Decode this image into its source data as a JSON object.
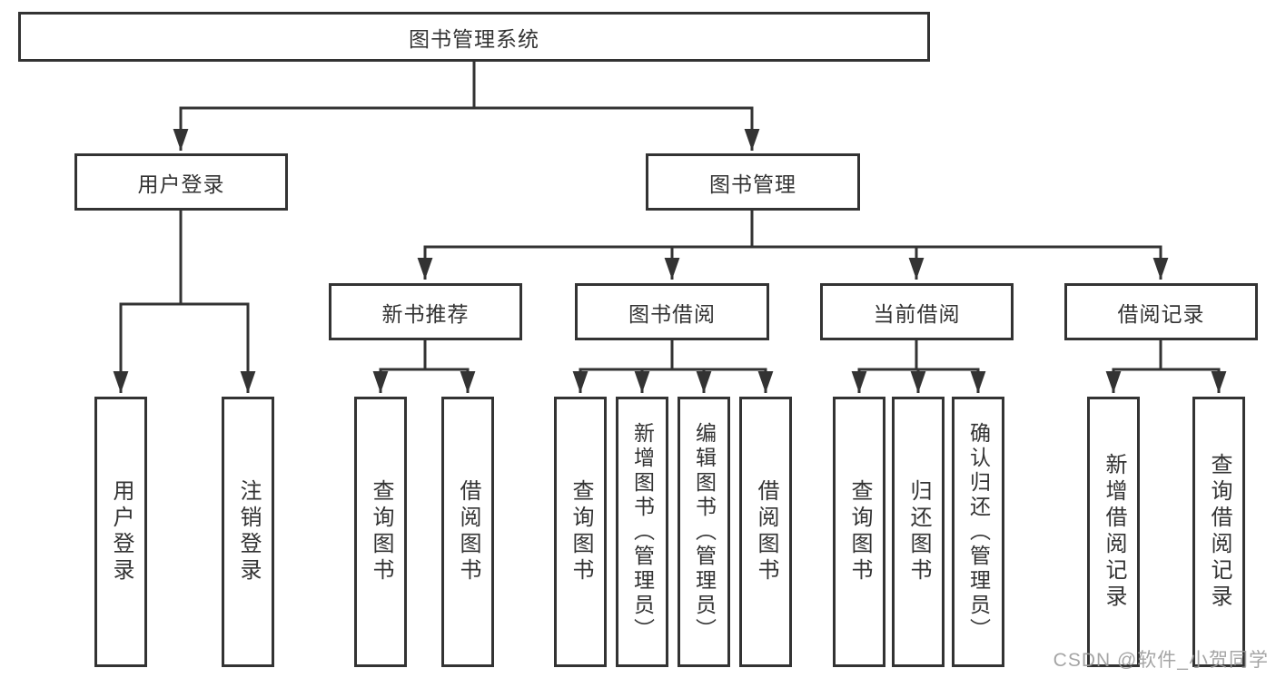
{
  "diagram": {
    "title": "图书管理系统",
    "nodes": {
      "user_login": {
        "label": "用户登录",
        "children": [
          {
            "label": "用户登录"
          },
          {
            "label": "注销登录"
          }
        ]
      },
      "book_mgmt": {
        "label": "图书管理"
      },
      "new_book_rec": {
        "label": "新书推荐",
        "children": [
          {
            "label": "查询图书"
          },
          {
            "label": "借阅图书"
          }
        ]
      },
      "book_borrow": {
        "label": "图书借阅",
        "children": [
          {
            "label": "查询图书"
          },
          {
            "label": "新增图书（管理员）"
          },
          {
            "label": "编辑图书（管理员）"
          },
          {
            "label": "借阅图书"
          }
        ]
      },
      "current_borrow": {
        "label": "当前借阅",
        "children": [
          {
            "label": "查询图书"
          },
          {
            "label": "归还图书"
          },
          {
            "label": "确认归还（管理员）"
          }
        ]
      },
      "borrow_records": {
        "label": "借阅记录",
        "children": [
          {
            "label": "新增借阅记录"
          },
          {
            "label": "查询借阅记录"
          }
        ]
      }
    }
  },
  "watermark": {
    "text": "CSDN @软件_小贺同学"
  },
  "colors": {
    "line": "#333333",
    "text": "#333333",
    "background": "#ffffff",
    "watermark": "#9b9b9b"
  }
}
